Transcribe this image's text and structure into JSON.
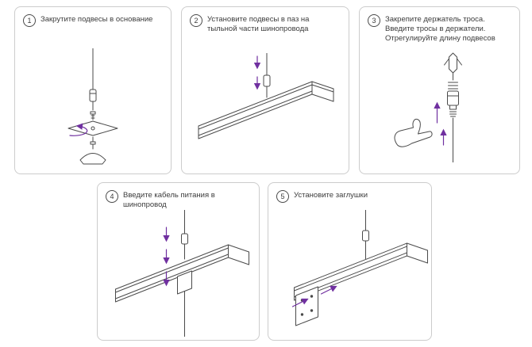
{
  "document": {
    "type": "assembly-instructions",
    "language": "ru"
  },
  "colors": {
    "arrow_accent": "#7030a0",
    "line_art": "#4a4a4a",
    "panel_border": "#cccccc",
    "background": "#ffffff"
  },
  "steps": [
    {
      "number": "1",
      "caption": "Закрутите подвесы в основание",
      "illustration": "suspension-rod-screwed-into-base"
    },
    {
      "number": "2",
      "caption": "Установите подвесы в паз на тыльной части шинопровода",
      "illustration": "suspension-inserted-into-track-groove"
    },
    {
      "number": "3",
      "caption": "Закрепите держатель троса. Введите тросы в держатели. Отрегулируйте длину подвесов",
      "illustration": "hand-adjusting-cable-holder"
    },
    {
      "number": "4",
      "caption": "Введите кабель питания в шинопровод",
      "illustration": "power-cable-into-track"
    },
    {
      "number": "5",
      "caption": "Установите заглушки",
      "illustration": "end-caps-installed-on-track"
    }
  ]
}
